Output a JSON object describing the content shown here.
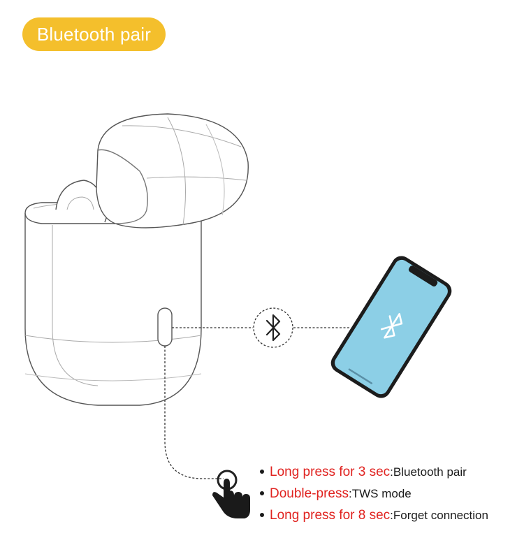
{
  "header": {
    "title": "Bluetooth pair"
  },
  "instructions": [
    {
      "highlight": "Long press for 3 sec",
      "action": ":Bluetooth pair"
    },
    {
      "highlight": "Double-press",
      "action": ":TWS mode"
    },
    {
      "highlight": "Long press for 8 sec",
      "action": ":Forget connection"
    }
  ],
  "colors": {
    "badge": "#f4bf2c",
    "highlight_text": "#e0221f",
    "phone_screen": "#8ccfe6",
    "phone_body": "#1c1c1c"
  },
  "icons": [
    "earbuds-case",
    "bluetooth-icon",
    "smartphone",
    "pointing-hand-icon",
    "bullet-dot"
  ]
}
